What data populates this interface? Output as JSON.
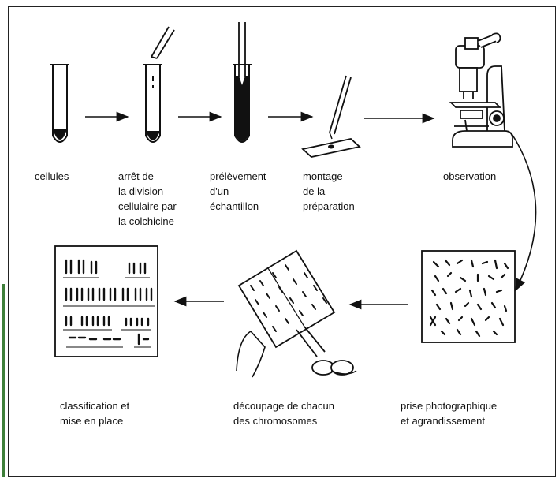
{
  "steps": {
    "cellules": [
      "cellules"
    ],
    "arret": [
      "arrêt de",
      "la division",
      "cellulaire par",
      "la colchicine"
    ],
    "prelevement": [
      "prélèvement",
      "d'un",
      "échantillon"
    ],
    "montage": [
      "montage",
      "de la",
      "préparation"
    ],
    "observation": [
      "observation"
    ],
    "prise": [
      "prise photographique",
      "et agrandissement"
    ],
    "decoupage": [
      "découpage de chacun",
      "des chromosomes"
    ],
    "classification": [
      "classification et",
      "mise en place"
    ]
  },
  "colors": {
    "ink": "#111111",
    "accent_bar": "#3f7f3a"
  }
}
